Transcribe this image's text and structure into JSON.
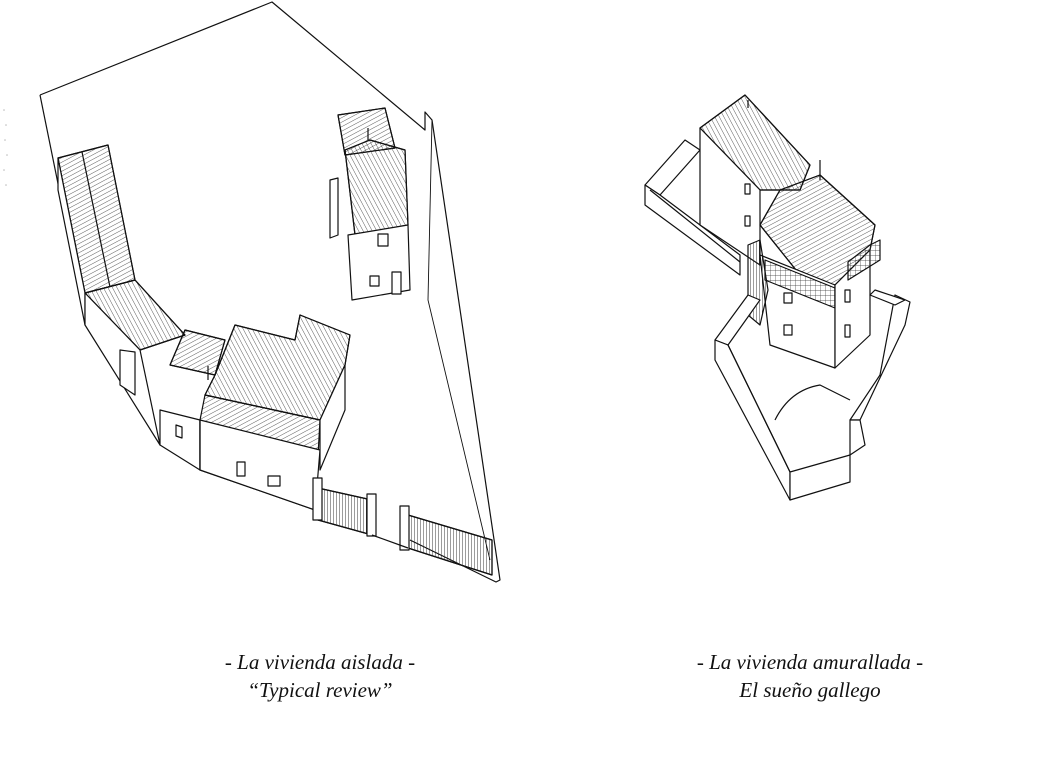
{
  "figures": [
    {
      "caption_line1": "- La vivienda aislada -",
      "caption_line2": "“Typical review”"
    },
    {
      "caption_line1": "- La vivienda amurallada -",
      "caption_line2": "El sueño gallego"
    }
  ],
  "colors": {
    "ink": "#111111",
    "paper": "#ffffff"
  }
}
